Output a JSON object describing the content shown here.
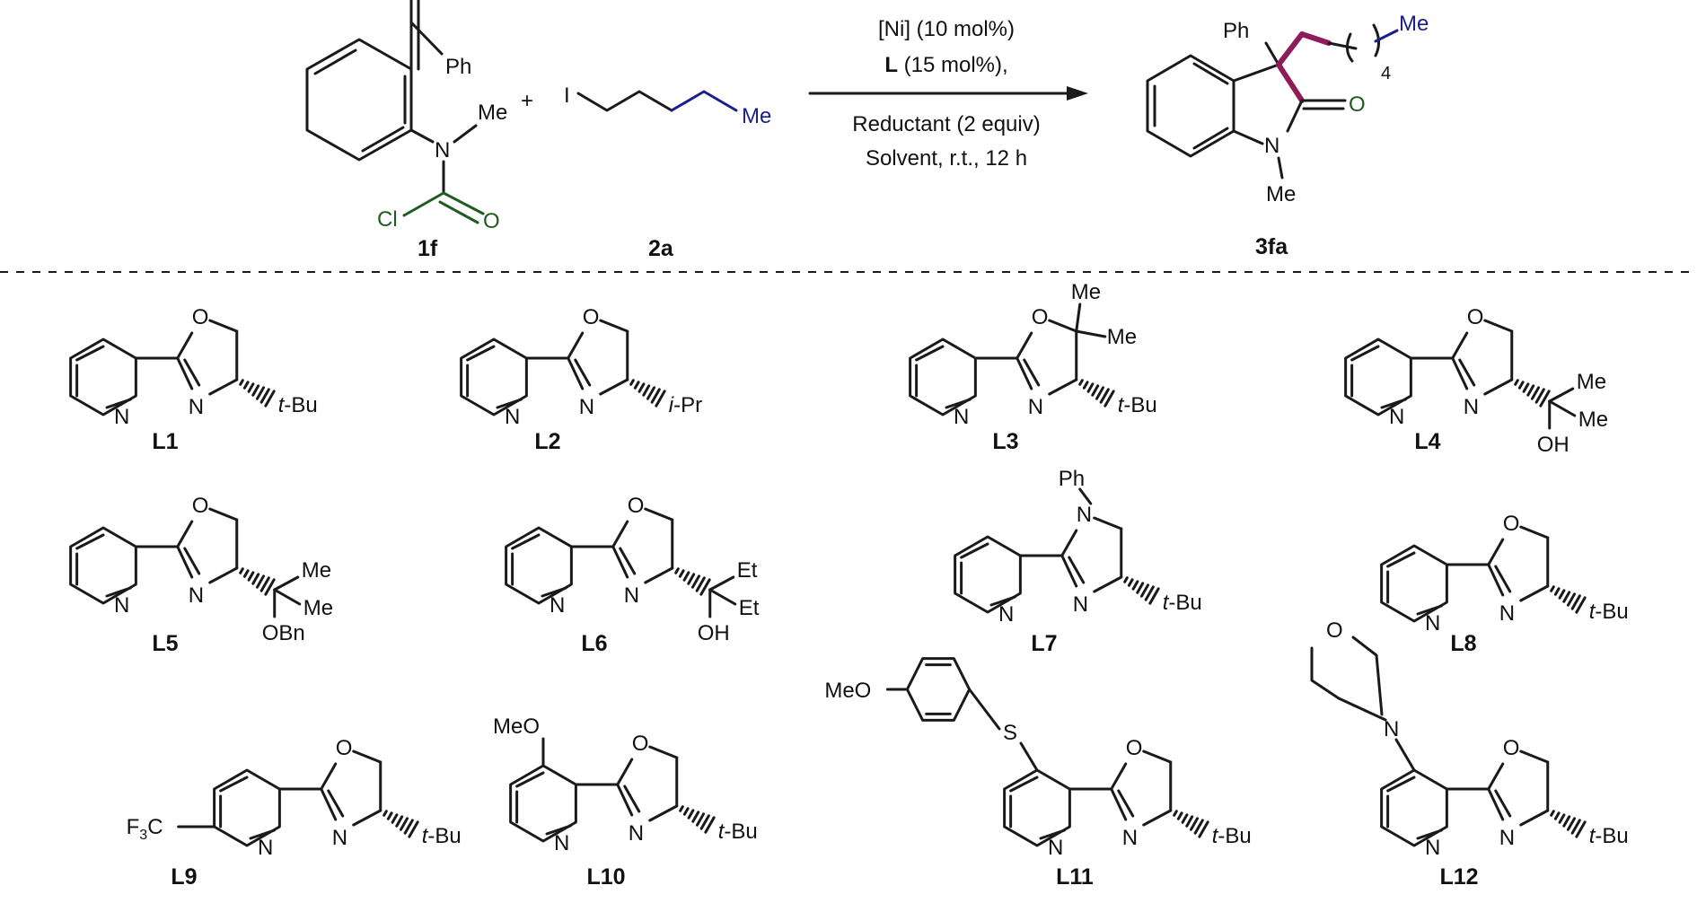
{
  "reaction": {
    "conditions": {
      "line1": "[Ni] (10 mol%)",
      "line2_bold": "L",
      "line2_rest": " (15 mol%),",
      "line3": "Reductant (2 equiv)",
      "line4": "Solvent, r.t., 12 h"
    },
    "plus": "+",
    "reactant1": {
      "label": "1f",
      "atoms": {
        "ph": "Ph",
        "n": "N",
        "me": "Me",
        "cl": "Cl",
        "o": "O"
      }
    },
    "reactant2": {
      "label": "2a",
      "atoms": {
        "i": "I",
        "me": "Me"
      }
    },
    "product": {
      "label": "3fa",
      "atoms": {
        "ph": "Ph",
        "me_chain": "Me",
        "rep": "4",
        "o": "O",
        "n": "N",
        "me_n": "Me"
      }
    }
  },
  "ligands": [
    {
      "label": "L1",
      "sub": "t-Bu"
    },
    {
      "label": "L2",
      "sub": "i-Pr"
    },
    {
      "label": "L3",
      "sub": "t-Bu",
      "gem1": "Me",
      "gem2": "Me"
    },
    {
      "label": "L4",
      "r1": "Me",
      "r2": "Me",
      "r3": "OH"
    },
    {
      "label": "L5",
      "r1": "Me",
      "r2": "Me",
      "r3": "OBn"
    },
    {
      "label": "L6",
      "r1": "Et",
      "r2": "Et",
      "r3": "OH"
    },
    {
      "label": "L7",
      "sub": "t-Bu",
      "nph": "Ph"
    },
    {
      "label": "L8",
      "sub": "t-Bu"
    },
    {
      "label": "L9",
      "sub": "t-Bu",
      "cf3": "F",
      "cf3_sub": "3",
      "cf3_c": "C"
    },
    {
      "label": "L10",
      "sub": "t-Bu",
      "ome": "MeO"
    },
    {
      "label": "L11",
      "sub": "t-Bu",
      "ome": "MeO",
      "s": "S"
    },
    {
      "label": "L12",
      "sub": "t-Bu",
      "morph_o": "O",
      "morph_n": "N"
    }
  ],
  "atom_symbols": {
    "o": "O",
    "n": "N"
  },
  "colors": {
    "bond": "#1a1a1a",
    "green": "#1f5c1f",
    "blue": "#1a1f8c",
    "maroon": "#8e1c5a"
  }
}
